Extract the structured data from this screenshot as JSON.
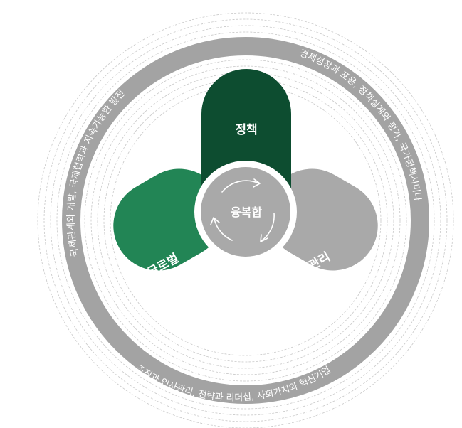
{
  "diagram": {
    "center": {
      "label": "융복합"
    },
    "petals": [
      {
        "id": "policy",
        "label": "정책",
        "color": "#0d4d30"
      },
      {
        "id": "management",
        "label": "경영관리",
        "color": "#a9a9a9"
      },
      {
        "id": "global",
        "label": "글로벌",
        "color": "#228555"
      }
    ],
    "ring": {
      "color": "#a3a3a3",
      "texts": {
        "right": "경제성장과 포용, 정책실계와 평가, 국가정책시미나",
        "bottom": "조직과 인사관리, 전략과 리더십, 사회가치와 혁신기업",
        "left": "국제관계와 개발, 국제협력과 지속가능한 발전"
      }
    }
  }
}
